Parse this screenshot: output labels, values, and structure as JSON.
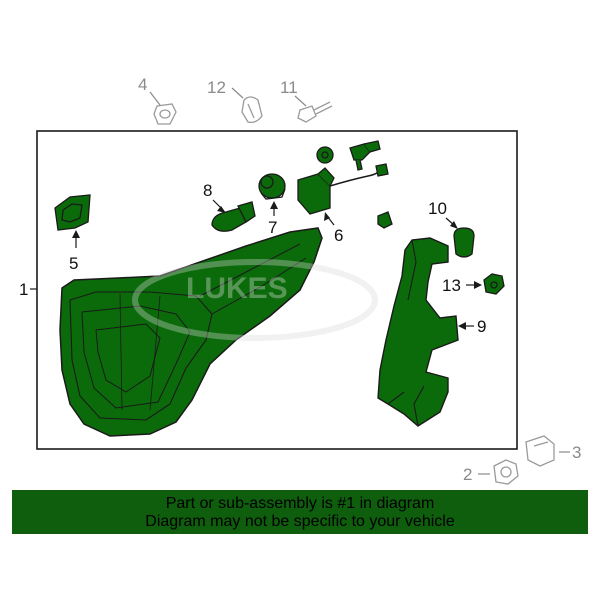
{
  "callouts": {
    "c1": "1",
    "c2": "2",
    "c3": "3",
    "c4": "4",
    "c5": "5",
    "c6": "6",
    "c7": "7",
    "c8": "8",
    "c9": "9",
    "c10": "10",
    "c11": "11",
    "c12": "12",
    "c13": "13"
  },
  "watermark": "LUKES",
  "banner": {
    "line1": "Part or sub-assembly is #1 in diagram",
    "line2": "Diagram may not be specific to your vehicle"
  },
  "colors": {
    "highlight": "#0b6b0b",
    "banner_bg": "#0e5e0e",
    "outline": "#1a1a1a",
    "gray_parts": "#9a9a9a"
  }
}
